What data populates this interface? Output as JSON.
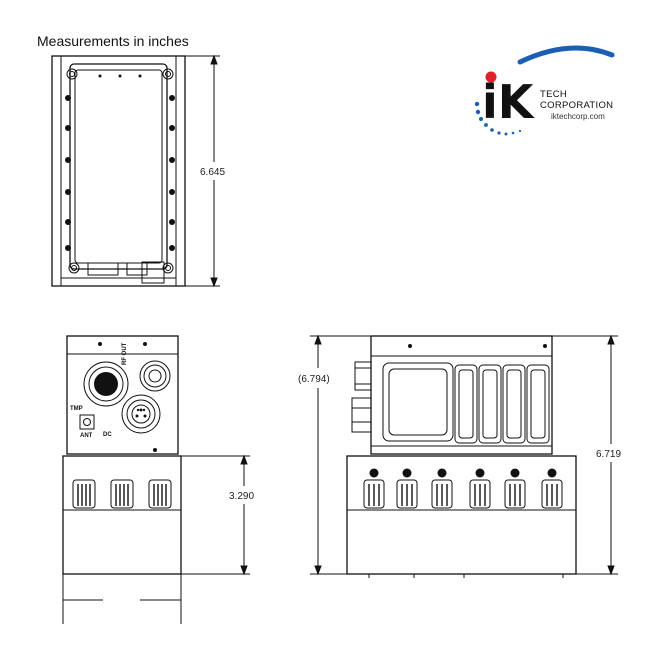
{
  "caption": "Measurements in inches",
  "dimensions": {
    "top_view_height": "6.645",
    "front_view_height": "3.290",
    "side_view_overall": "(6.794)",
    "side_view_height": "6.719"
  },
  "connector_labels": {
    "rf_out": "RF OUT",
    "tmp_label": "TMP",
    "ant_label": "ANT",
    "dc_label": "DC"
  },
  "logo": {
    "mark": "iK",
    "line1": "TECH",
    "line2": "CORPORATION",
    "url": "iktechcorp.com",
    "colors": {
      "dot_red": "#e0202a",
      "arc_blue": "#1a5fb4"
    }
  }
}
